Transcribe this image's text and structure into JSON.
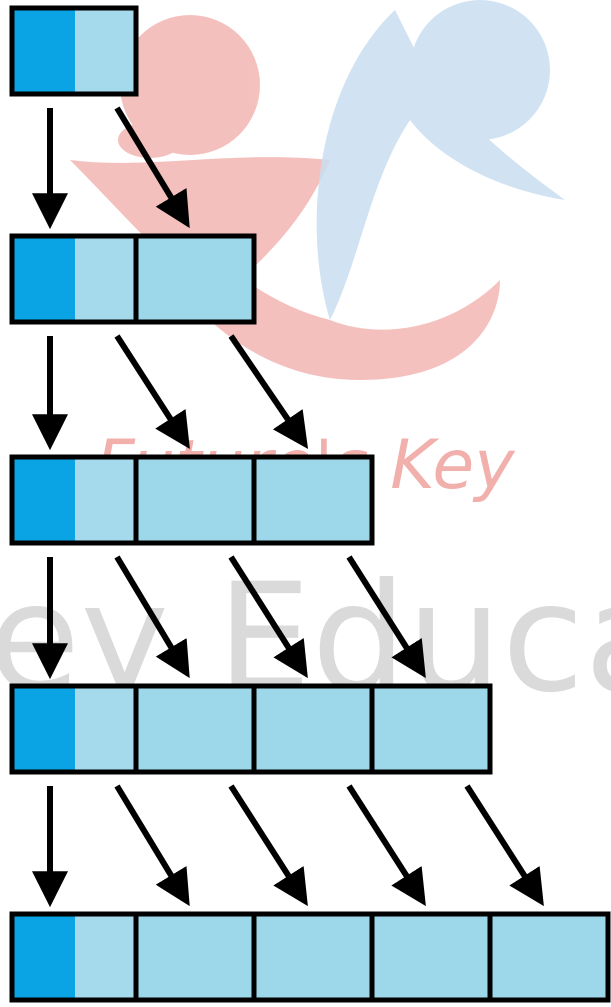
{
  "watermark": {
    "script_text": "Future's Key",
    "big_text": "ey Educa",
    "logo_colors": {
      "figure_red": "#F3B6B3",
      "figure_blue": "#C9DDF0",
      "text_red": "#F1B0AC",
      "text_gray": "#D7D7D7"
    }
  },
  "diagram": {
    "colors": {
      "dark_cell": "#0AA3E3",
      "light_cell": "#9DD7EA",
      "first_cell_light_part": "#A5D9EC",
      "border": "#000000",
      "arrow": "#000000"
    },
    "rows": [
      {
        "cells": 1
      },
      {
        "cells": 2
      },
      {
        "cells": 3
      },
      {
        "cells": 4
      },
      {
        "cells": 5
      }
    ]
  }
}
